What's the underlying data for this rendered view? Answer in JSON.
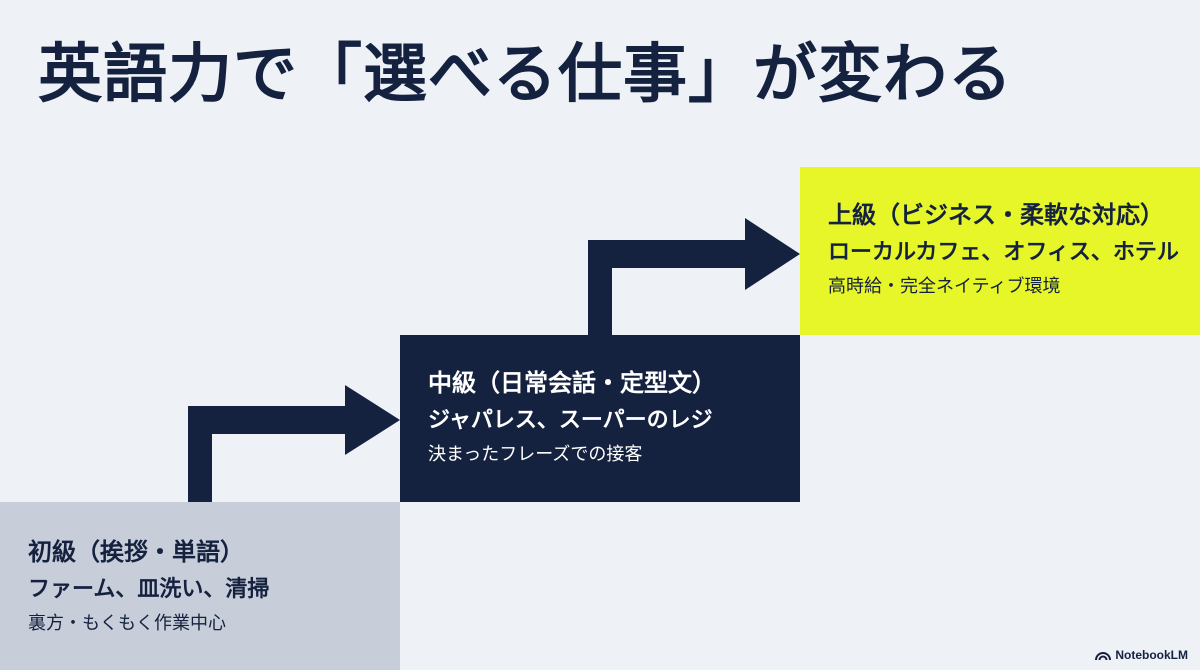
{
  "title": "英語力で「選べる仕事」が変わる",
  "colors": {
    "background": "#eef2f7",
    "navy": "#15223f",
    "beginner": "#c7ced9",
    "intermediate": "#15223f",
    "advanced": "#e6f628"
  },
  "steps": [
    {
      "heading": "初級（挨拶・単語）",
      "jobs": "ファーム、皿洗い、清掃",
      "note": "裏方・もくもく作業中心"
    },
    {
      "heading": "中級（日常会話・定型文）",
      "jobs": "ジャパレス、スーパーのレジ",
      "note": "決まったフレーズでの接客"
    },
    {
      "heading": "上級（ビジネス・柔軟な対応）",
      "jobs": "ローカルカフェ、オフィス、ホテル",
      "note": "高時給・完全ネイティブ環境"
    }
  ],
  "badge": {
    "icon": "notebooklm-icon",
    "label": "NotebookLM"
  }
}
